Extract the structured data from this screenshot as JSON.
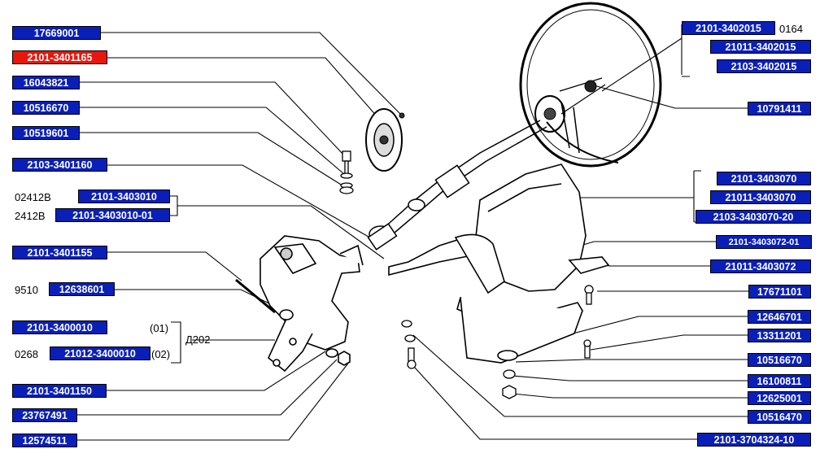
{
  "colors": {
    "tag_bg": "#0a1fb8",
    "tag_text": "#ffffff",
    "selected_bg": "#e8160c",
    "line": "#000000"
  },
  "left_parts": {
    "p1": "17669001",
    "p2": "2101-3401165",
    "p3": "16043821",
    "p4": "10516670",
    "p5": "10519601",
    "p6": "2103-3401160",
    "p7a_prefix": "02412B",
    "p7a": "2101-3403010",
    "p7b_prefix": "2412B",
    "p7b": "2101-3403010-01",
    "p8": "2101-3401155",
    "p9_prefix": "9510",
    "p9": "12638601",
    "p10": "2101-3400010",
    "p10_suffix": "(01)",
    "p11_prefix": "0268",
    "p11": "21012-3400010",
    "p11_suffix": "(02)",
    "group_label": "Д202",
    "p12": "2101-3401150",
    "p13": "23767491",
    "p14": "12574511"
  },
  "right_parts": {
    "r1": "2101-3402015",
    "r1_suffix": "0164",
    "r2": "21011-3402015",
    "r3": "2103-3402015",
    "r4": "10791411",
    "r5": "2101-3403070",
    "r6": "21011-3403070",
    "r7": "2103-3403070-20",
    "r8": "2101-3403072-01",
    "r9": "21011-3403072",
    "r10": "17671101",
    "r11": "12646701",
    "r12": "13311201",
    "r13": "10516670",
    "r14": "16100811",
    "r15": "12625001",
    "r16": "10516470",
    "r17": "2101-3704324-10"
  }
}
